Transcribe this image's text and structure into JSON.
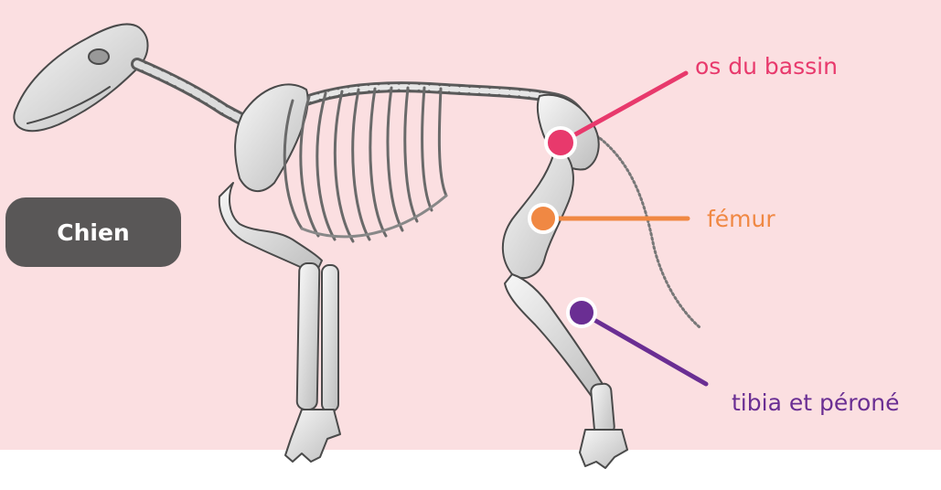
{
  "species_badge": {
    "label": "Chien",
    "color": "#595757"
  },
  "subject_icon": "dog-skeleton-illustration",
  "annotations": [
    {
      "id": "pelvis",
      "label": "os du bassin",
      "color": "#e8396c"
    },
    {
      "id": "femur",
      "label": "fémur",
      "color": "#f08843"
    },
    {
      "id": "tibia",
      "label": "tibia et péroné",
      "color": "#6a2e93"
    }
  ],
  "colors": {
    "background": "#fbdfe1",
    "bone": "#e8e8e8",
    "bone_outline": "#555555"
  }
}
